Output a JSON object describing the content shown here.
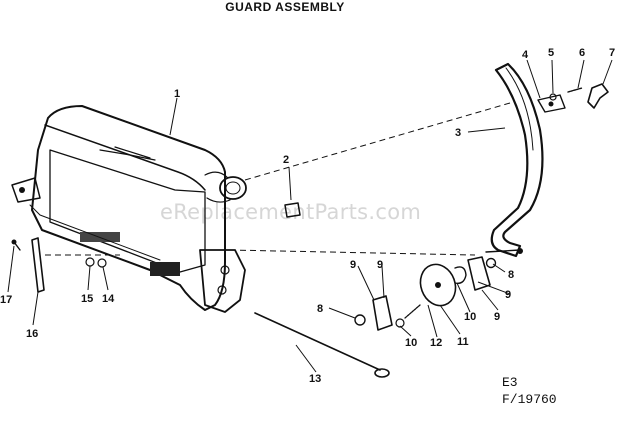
{
  "title": "GUARD ASSEMBLY",
  "watermark": "eReplacementParts.com",
  "figure_code": "E3",
  "figure_number": "F/19760",
  "callouts": [
    "1",
    "2",
    "3",
    "4",
    "5",
    "6",
    "7",
    "8",
    "8",
    "9",
    "9",
    "9",
    "9",
    "10",
    "10",
    "11",
    "12",
    "13",
    "14",
    "15",
    "16",
    "17"
  ]
}
